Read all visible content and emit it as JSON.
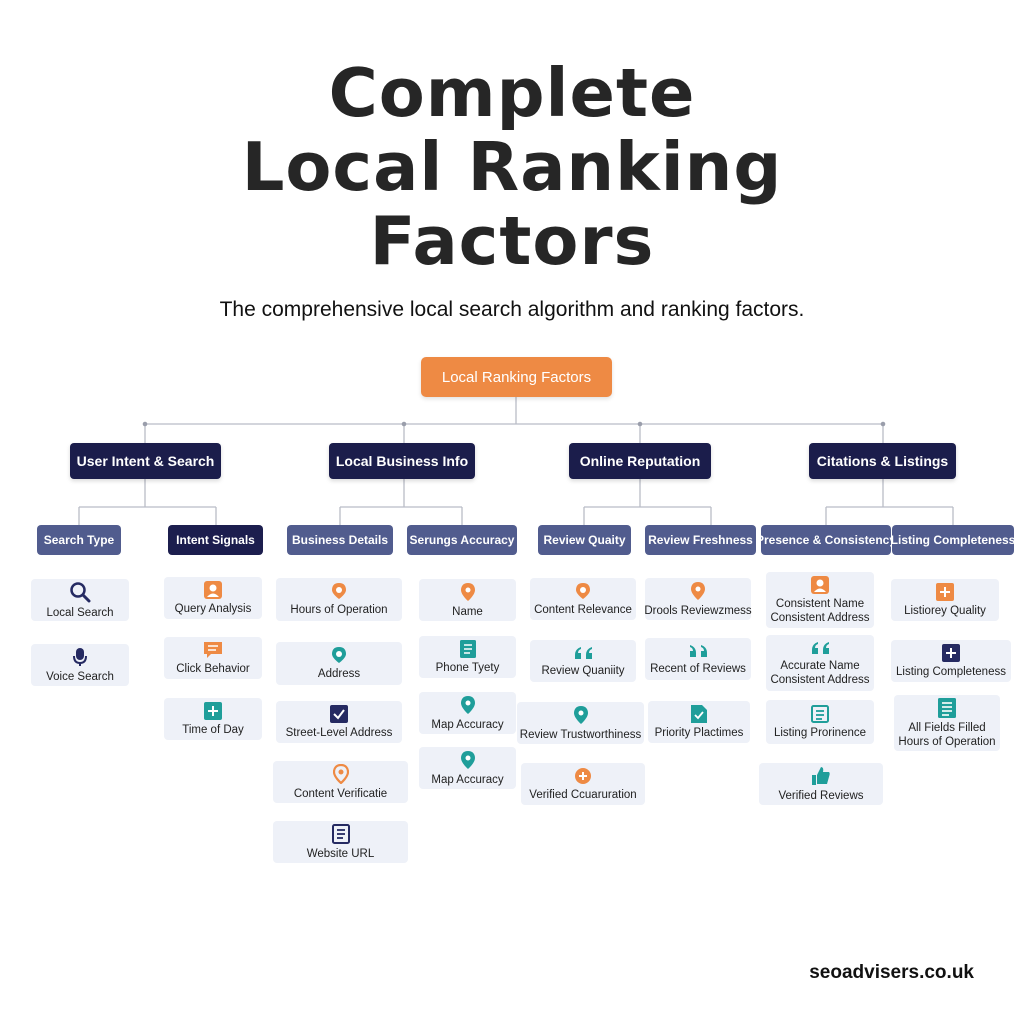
{
  "title_lines": [
    "Complete",
    "Local Ranking",
    "Factors"
  ],
  "subtitle": "The comprehensive local search algorithm  and ranking factors.",
  "root": "Local Ranking Factors",
  "colors": {
    "root": "#ee8a44",
    "category": "#1b1d4b",
    "sub_light": "#515c8e",
    "sub_dark": "#1c1e4e",
    "item_bg": "#eef1f8",
    "icon_orange": "#ee8a44",
    "icon_teal": "#1f9e9a",
    "icon_navy": "#252a62"
  },
  "categories": [
    {
      "label": "User Intent & Search",
      "subs": [
        {
          "label": "Search Type",
          "items": [
            {
              "label": "Local Search",
              "icon": "magnifier-icon"
            },
            {
              "label": "Voice Search",
              "icon": "microphone-icon"
            }
          ]
        },
        {
          "label": "Intent Signals",
          "items": [
            {
              "label": "Query Analysis",
              "icon": "person-icon"
            },
            {
              "label": "Click Behavior",
              "icon": "message-icon"
            },
            {
              "label": "Time of Day",
              "icon": "plus-icon"
            }
          ]
        }
      ]
    },
    {
      "label": "Local Business Info",
      "subs": [
        {
          "label": "Business Details",
          "items": [
            {
              "label": "Hours of Operation",
              "icon": "location-icon"
            },
            {
              "label": "Address",
              "icon": "location-icon"
            },
            {
              "label": "Street-Level Address",
              "icon": "checkbox-icon"
            },
            {
              "label": "Content Verificatie",
              "icon": "pin-icon"
            },
            {
              "label": "Website URL",
              "icon": "document-icon"
            }
          ]
        },
        {
          "label": "Serungs Accuracy",
          "items": [
            {
              "label": "Name",
              "icon": "pin-icon"
            },
            {
              "label": "Phone Tyety",
              "icon": "document-icon"
            },
            {
              "label": "Map Accuracy",
              "icon": "pin-icon"
            },
            {
              "label": "Map Accuracy",
              "icon": "pin-icon"
            }
          ]
        }
      ]
    },
    {
      "label": "Online Reputation",
      "subs": [
        {
          "label": "Review Quaity",
          "items": [
            {
              "label": "Content Relevance",
              "icon": "location-icon"
            },
            {
              "label": "Review Quaniity",
              "icon": "quote-icon"
            },
            {
              "label": "Review Trustworthiness",
              "icon": "pin-icon"
            },
            {
              "label": "Verified Ccuaruration",
              "icon": "plus-icon"
            }
          ]
        },
        {
          "label": "Review Freshness",
          "items": [
            {
              "label": "Drools Reviewzmess",
              "icon": "pin-icon"
            },
            {
              "label": "Recent of Reviews",
              "icon": "quote-icon"
            },
            {
              "label": "Priority Plactimes",
              "icon": "document-check-icon"
            }
          ]
        }
      ]
    },
    {
      "label": "Citations & Listings",
      "subs": [
        {
          "label": "Presence & Consistency",
          "items": [
            {
              "label": "Consistent Name",
              "label2": "Consistent Address",
              "icon": "person-icon"
            },
            {
              "label": "Accurate Name",
              "label2": "Consistent Address",
              "icon": "quote-icon"
            },
            {
              "label": "Listing Prorinence",
              "icon": "document-icon"
            },
            {
              "label": "Verified Reviews",
              "icon": "thumbs-up-icon"
            }
          ]
        },
        {
          "label": "Listing Completeness",
          "items": [
            {
              "label": "Listiorey Quality",
              "icon": "plus-icon"
            },
            {
              "label": "Listing Completeness",
              "icon": "plus-icon"
            },
            {
              "label": "All Fields Filled",
              "label2": "Hours of Operation",
              "icon": "document-icon"
            }
          ]
        }
      ]
    }
  ],
  "footer": "seoadvisers.co.uk"
}
